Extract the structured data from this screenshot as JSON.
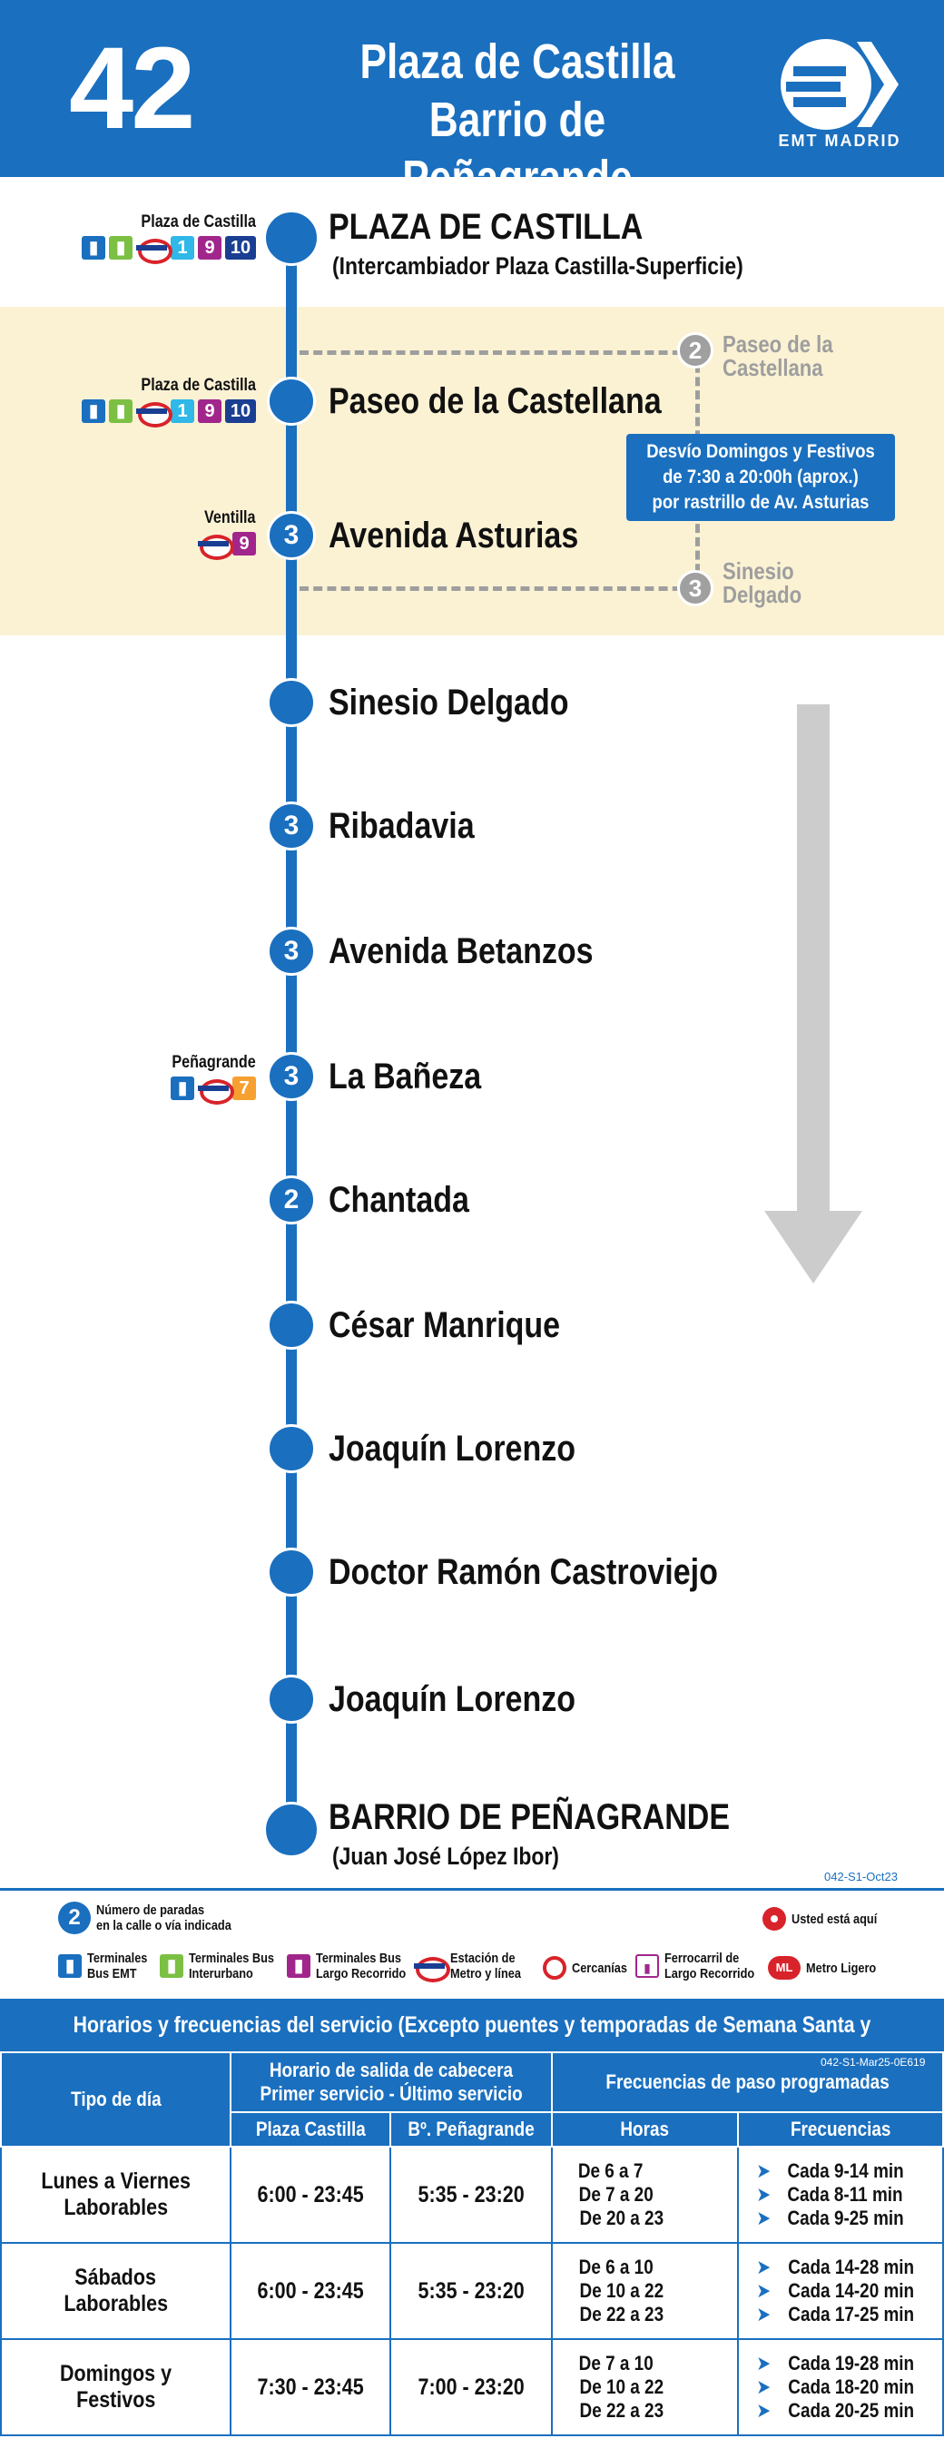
{
  "header": {
    "line": "42",
    "origin": "Plaza de Castilla",
    "destination": "Barrio de Peñagrande",
    "brand": "EMT MADRID"
  },
  "stops": [
    {
      "name": "PLAZA DE CASTILLA",
      "sub": "(Intercambiador Plaza Castilla-Superficie)",
      "count": "",
      "conn_label": "Plaza de Castilla"
    },
    {
      "name": "Paseo de la Castellana",
      "count": "",
      "conn_label": "Plaza de Castilla"
    },
    {
      "name": "Avenida Asturias",
      "count": "3",
      "conn_label": "Ventilla"
    },
    {
      "name": "Sinesio Delgado",
      "count": ""
    },
    {
      "name": "Ribadavia",
      "count": "3"
    },
    {
      "name": "Avenida Betanzos",
      "count": "3"
    },
    {
      "name": "La Bañeza",
      "count": "3",
      "conn_label": "Peñagrande"
    },
    {
      "name": "Chantada",
      "count": "2"
    },
    {
      "name": "César Manrique",
      "count": ""
    },
    {
      "name": "Joaquín Lorenzo",
      "count": ""
    },
    {
      "name": "Doctor Ramón Castroviejo",
      "count": ""
    },
    {
      "name": "Joaquín Lorenzo",
      "count": ""
    },
    {
      "name": "BARRIO DE PEÑAGRANDE",
      "sub": "(Juan José López Ibor)",
      "count": ""
    }
  ],
  "connections": {
    "line1": "1",
    "line9": "9",
    "line10": "10",
    "line7": "7"
  },
  "detour": {
    "stop1_count": "2",
    "stop1_name_a": "Paseo de la",
    "stop1_name_b": "Castellana",
    "stop2_count": "3",
    "stop2_name_a": "Sinesio",
    "stop2_name_b": "Delgado",
    "note_1": "Desvío Domingos y Festivos",
    "note_2": "de 7:30 a 20:00h (aprox.)",
    "note_3": "por rastrillo de Av. Asturias"
  },
  "codes": {
    "map": "042-S1-Oct23",
    "table": "042-S1-Mar25-0E619"
  },
  "legend": {
    "num_icon": "2",
    "num_a": "Número de paradas",
    "num_b": "en la calle o vía indicada",
    "here": "Usted está aquí",
    "bus_a": "Terminales",
    "bus_b": "Bus EMT",
    "inter_a": "Terminales Bus",
    "inter_b": "Interurbano",
    "largo_a": "Terminales Bus",
    "largo_b": "Largo Recorrido",
    "metro_a": "Estación de",
    "metro_b": "Metro y línea",
    "cercanias": "Cercanías",
    "fc_a": "Ferrocarril de",
    "fc_b": "Largo Recorrido",
    "ml": "Metro Ligero"
  },
  "schedule": {
    "title": "Horarios y frecuencias del servicio (Excepto puentes y temporadas de Semana Santa y Verano)",
    "col_tipo": "Tipo de día",
    "col_horario_a": "Horario de salida de cabecera",
    "col_horario_b": "Primer servicio - Último servicio",
    "col_freq": "Frecuencias de paso programadas",
    "col_plaza": "Plaza Castilla",
    "col_bp": "Bº. Peñagrande",
    "col_horas": "Horas",
    "col_frecuencias": "Frecuencias",
    "rows": [
      {
        "day_a": "Lunes a Viernes",
        "day_b": "Laborables",
        "plaza": "6:00 - 23:45",
        "bp": "5:35 - 23:20",
        "h1": "De 6 a 7",
        "h2": "De 7 a 20",
        "h3": "De 20 a 23",
        "f1": "Cada 9-14 min",
        "f2": "Cada 8-11 min",
        "f3": "Cada 9-25 min"
      },
      {
        "day_a": "Sábados",
        "day_b": "Laborables",
        "plaza": "6:00 - 23:45",
        "bp": "5:35 - 23:20",
        "h1": "De 6 a 10",
        "h2": "De 10 a 22",
        "h3": "De 22 a 23",
        "f1": "Cada 14-28 min",
        "f2": "Cada 14-20 min",
        "f3": "Cada 17-25 min"
      },
      {
        "day_a": "Domingos y",
        "day_b": "Festivos",
        "plaza": "7:30 - 23:45",
        "bp": "7:00 - 23:20",
        "h1": "De 7 a 10",
        "h2": "De 10 a 22",
        "h3": "De 22 a 23",
        "f1": "Cada 19-28 min",
        "f2": "Cada 18-20 min",
        "f3": "Cada 20-25 min"
      }
    ]
  },
  "colors": {
    "brand_blue": "#1a6fbf",
    "detour_band": "#fbf2d4",
    "detour_grey": "#9e9e9e",
    "arrow_grey": "#cccccc"
  }
}
